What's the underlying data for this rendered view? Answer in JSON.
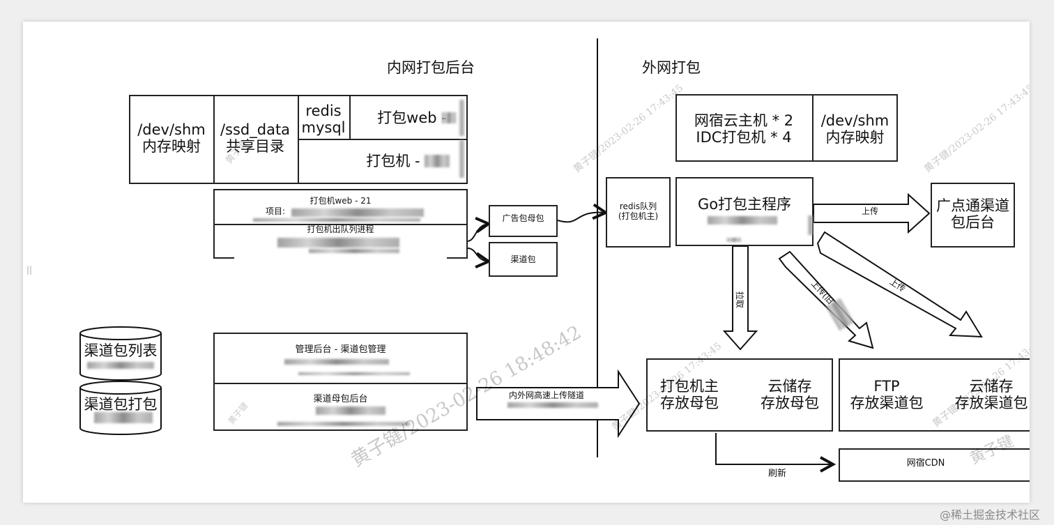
{
  "left_section": {
    "title": "内网打包后台",
    "shm_box": "/dev/shm\n内存映射",
    "ssd_box": "/ssd_data\n共享目录",
    "redis_mysql": "redis\nmysql",
    "pack_web": "打包web -",
    "pack_machine": "打包机 -",
    "pack_web_21": "打包机web - 21",
    "project_label": "项目:",
    "queue_process": "打包机出队列进程",
    "ad_mother_pack": "广告包母包",
    "channel_pack": "渠道包",
    "channel_list": "渠道包列表",
    "channel_packing": "渠道包打包",
    "admin_channel_mgmt": "管理后台 - 渠道包管理",
    "channel_mother_backend": "渠道母包后台",
    "tunnel_label": "内外网高速上传隧道"
  },
  "right_section": {
    "title": "外网打包",
    "hosts": "网宿云主机 * 2\nIDC打包机 * 4",
    "shm_box": "/dev/shm\n内存映射",
    "redis_queue": "redis队列\n(打包机主)",
    "go_main": "Go打包主程序",
    "gdt_backend": "广点通渠道\n包后台",
    "upload_1": "上传",
    "upload_2": "上传",
    "upload_old": "上传(旧",
    "pull": "拉取",
    "host_store": "打包机主\n存放母包",
    "cloud_store_mother": "云储存\n存放母包",
    "ftp_store": "FTP\n存放渠道包",
    "cloud_store_channel": "云储存\n存放渠道包",
    "refresh": "刷新",
    "cdn": "网宿CDN"
  },
  "watermarks": {
    "name": "黄子键",
    "ts_main": "黄子键/2023-02-26 18:48:42",
    "ts_a": "黄子键/2023-02-26 17:43:45"
  },
  "footer": {
    "credit": "@稀土掘金技术社区"
  }
}
